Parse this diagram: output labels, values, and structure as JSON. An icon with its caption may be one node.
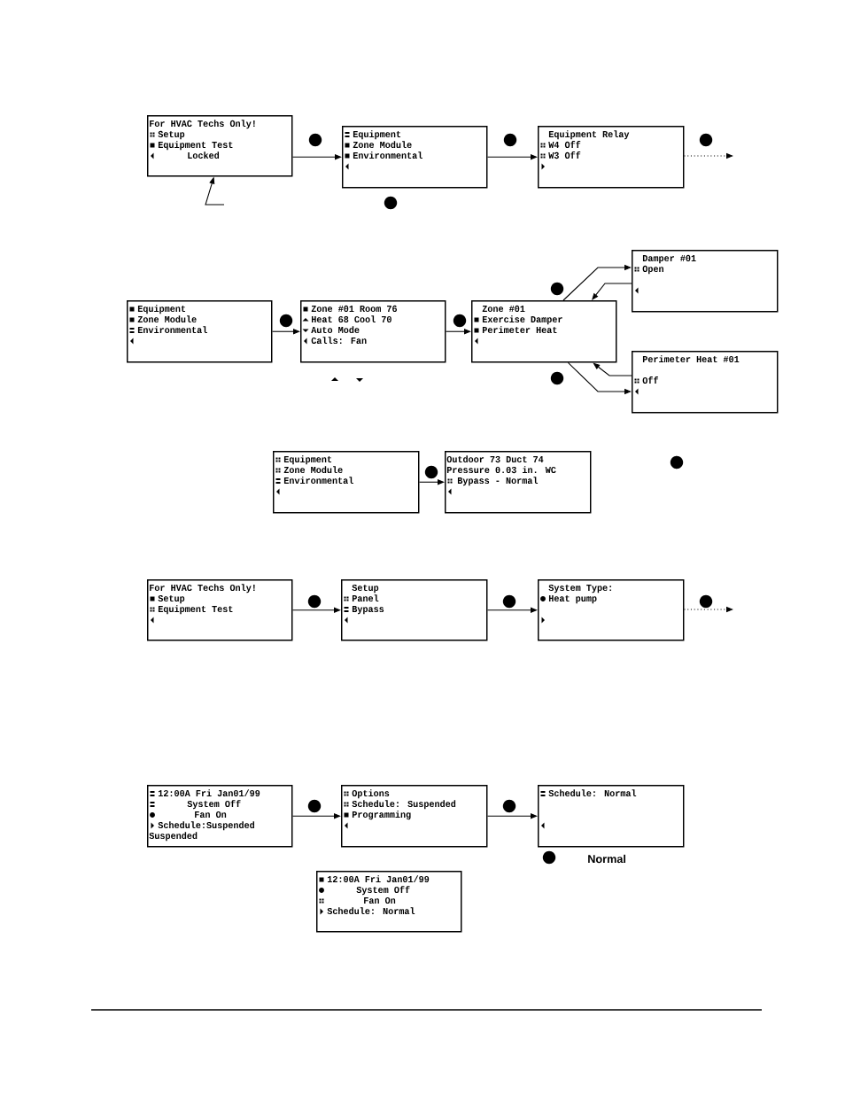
{
  "diagram": {
    "nodes": [
      {
        "text": [
          "For HVAC Techs Only!",
          "Setup",
          "Equipment Test",
          "Locked"
        ]
      },
      {
        "text": [
          "Equipment",
          "Zone Module",
          "Environmental"
        ]
      },
      {
        "text": [
          "Equipment Relay",
          "W4 Off",
          "W3 Off"
        ]
      },
      {
        "text": [
          "Equipment",
          "Zone Module",
          "Environmental"
        ]
      },
      {
        "text": [
          "Zone #01 Room 76",
          "Heat 68 Cool 70",
          "Auto Mode",
          "Calls: Fan"
        ]
      },
      {
        "text": [
          "Zone #01",
          "Exercise Damper",
          "Perimeter Heat"
        ]
      },
      {
        "text": [
          "Damper #01",
          "Open"
        ]
      },
      {
        "text": [
          "Perimeter Heat #01",
          "Off"
        ]
      },
      {
        "text": [
          "Equipment",
          "Zone Module",
          "Environmental"
        ]
      },
      {
        "text": [
          "Outdoor 73 Duct 74",
          "Pressure 0.03 in. WC",
          "Bypass - Normal"
        ]
      },
      {
        "text": [
          "For HVAC Techs Only!",
          "Setup",
          "Equipment Test"
        ]
      },
      {
        "text": [
          "Setup",
          "Panel",
          "Bypass"
        ]
      },
      {
        "text": [
          "System Type:",
          "Heat pump"
        ]
      },
      {
        "text": [
          "12:00A Fri Jan01/99",
          "System Off",
          "Fan On",
          "Schedule:Suspended",
          "Suspended"
        ]
      },
      {
        "text": [
          "Options",
          "Schedule: Suspended",
          "Programming"
        ]
      },
      {
        "text": [
          "Schedule: Normal"
        ]
      },
      {
        "text": [
          "12:00A Fri Jan01/99",
          "System Off",
          "Fan On",
          "Schedule: Normal"
        ]
      }
    ],
    "edges": [
      {
        "from": 0,
        "to": 1,
        "arrow": "to"
      },
      {
        "from": 1,
        "to": 2,
        "arrow": "to"
      },
      {
        "from": 2,
        "to": null,
        "arrow": "to",
        "style": "dashed"
      },
      {
        "from": null,
        "to": 0,
        "arrow": "to"
      },
      {
        "from": 3,
        "to": 4,
        "arrow": "to"
      },
      {
        "from": 4,
        "to": 5,
        "arrow": "to"
      },
      {
        "from": 5,
        "to": 6,
        "arrow": "to"
      },
      {
        "from": 6,
        "to": 5,
        "arrow": "to"
      },
      {
        "from": 5,
        "to": 7,
        "arrow": "to"
      },
      {
        "from": 7,
        "to": 5,
        "arrow": "to"
      },
      {
        "from": 8,
        "to": 9,
        "arrow": "to"
      },
      {
        "from": 10,
        "to": 11,
        "arrow": "to"
      },
      {
        "from": 11,
        "to": 12,
        "arrow": "to"
      },
      {
        "from": 12,
        "to": null,
        "arrow": "to",
        "style": "dashed"
      },
      {
        "from": 13,
        "to": 14,
        "arrow": "to"
      },
      {
        "from": 14,
        "to": 15,
        "arrow": "to"
      }
    ],
    "labels": [
      "Normal"
    ]
  }
}
